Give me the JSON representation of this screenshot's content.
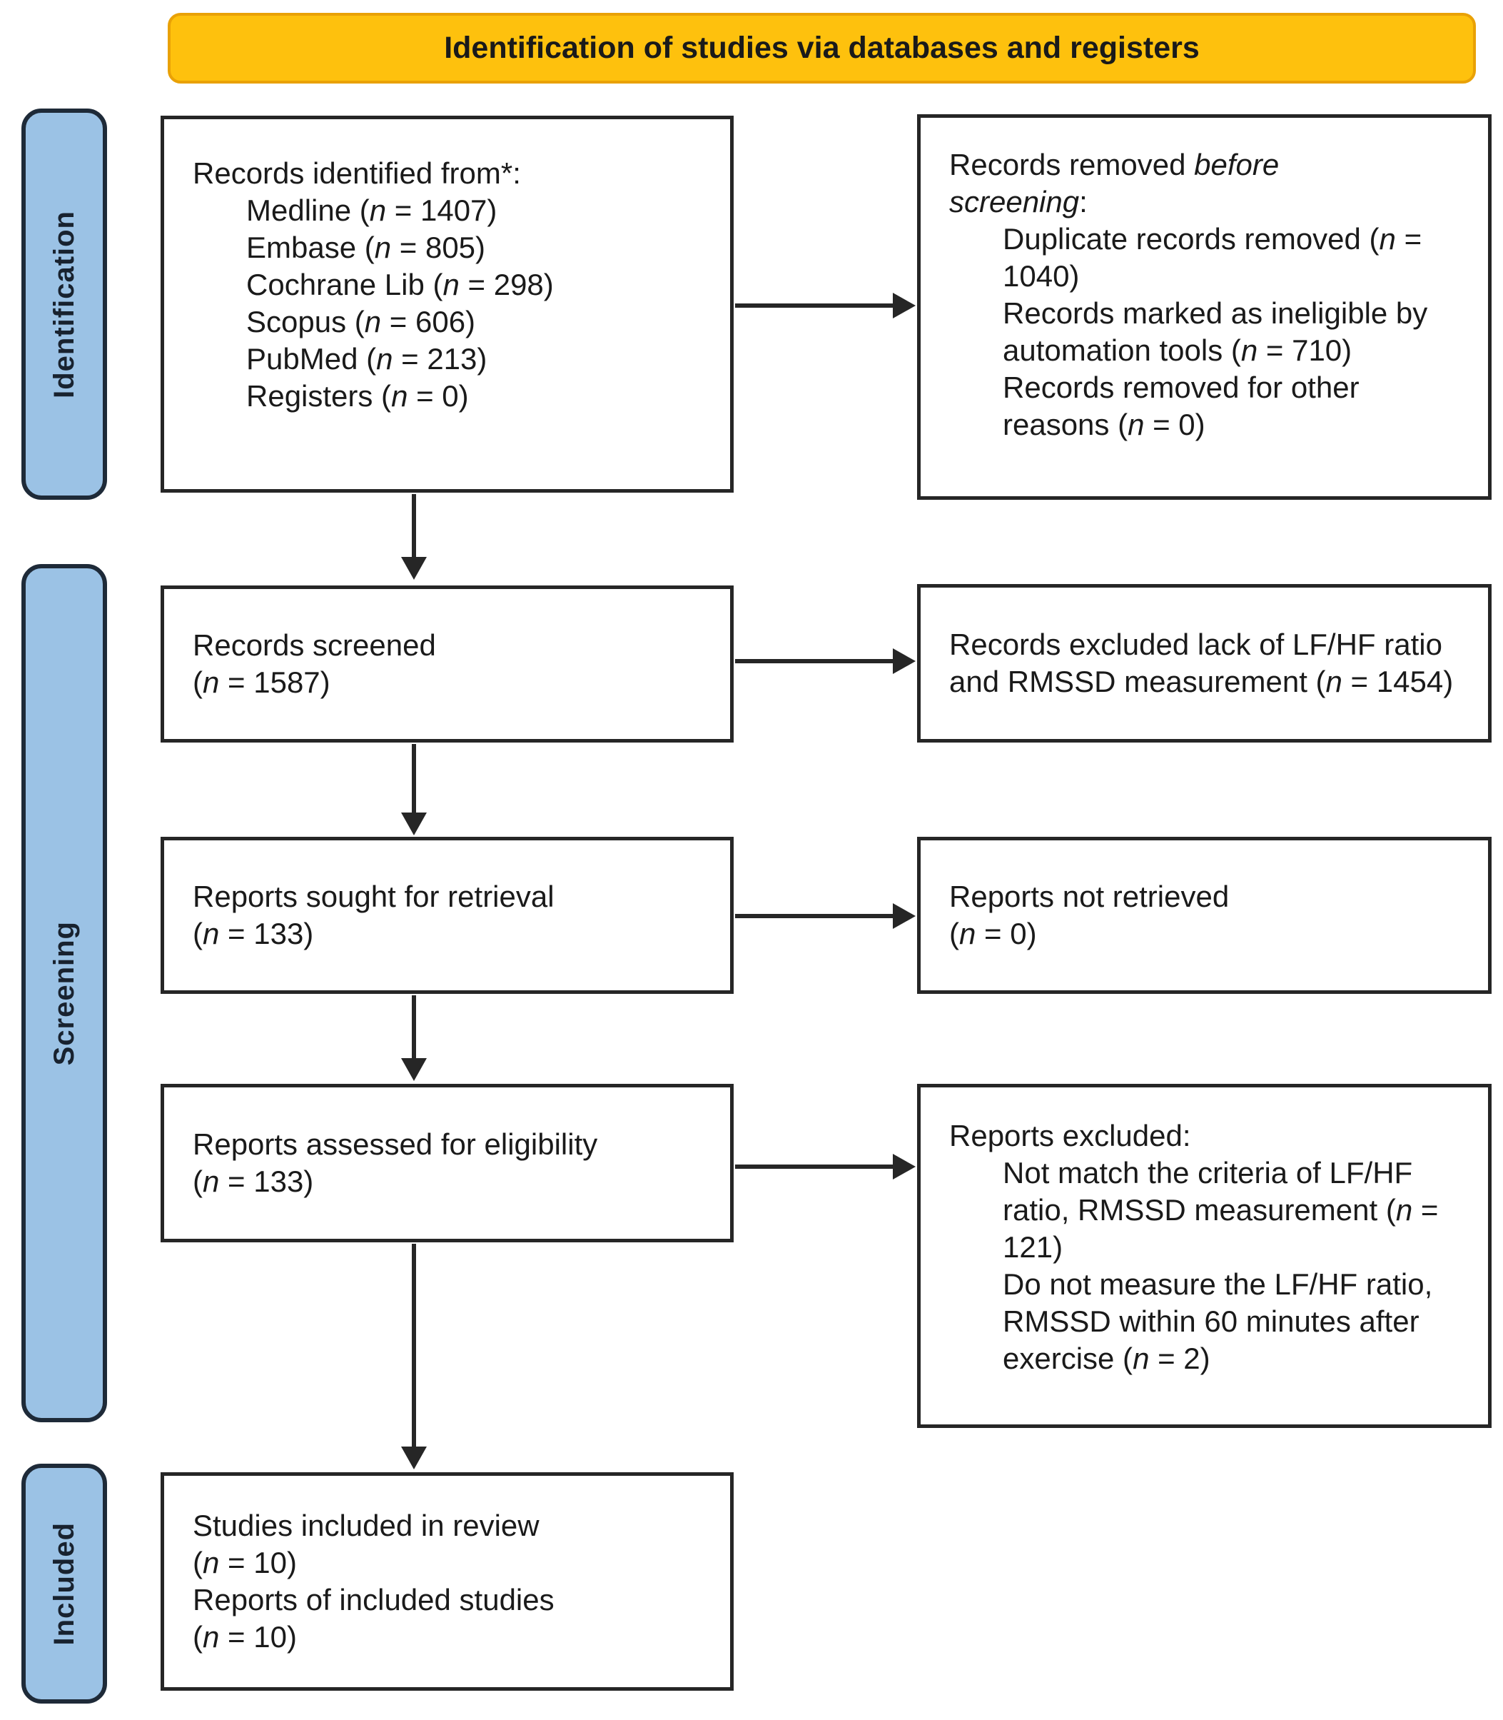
{
  "colors": {
    "banner_bg": "#FEC10D",
    "banner_border": "#E9A106",
    "stage_bg": "#9BC2E5",
    "stage_border": "#1E2A38",
    "stage_text": "#18222F",
    "box_border": "#262626",
    "arrow": "#262626",
    "text": "#1A1A1A"
  },
  "banner": {
    "label": "Identification of studies via databases and registers"
  },
  "stages": [
    {
      "label": "Identification"
    },
    {
      "label": "Screening"
    },
    {
      "label": "Included"
    }
  ],
  "boxes": {
    "records_identified": {
      "title": "Records identified from*:",
      "items": [
        "Medline (n = 1407)",
        "Embase (n = 805)",
        "Cochrane Lib (n = 298)",
        "Scopus (n = 606)",
        "PubMed (n = 213)",
        "Registers (n = 0)"
      ]
    },
    "records_removed": {
      "title_prefix": "Records removed ",
      "title_italic": "before screening",
      "title_suffix": ":",
      "items": [
        "Duplicate records removed (n = 1040)",
        "Records marked as ineligible by automation tools (n = 710)",
        "Records removed for other reasons (n = 0)"
      ]
    },
    "records_screened": {
      "lines": [
        "Records screened",
        "(n = 1587)"
      ]
    },
    "records_excluded": {
      "text": "Records excluded lack of LF/HF ratio and RMSSD measurement (n = 1454)"
    },
    "reports_sought": {
      "lines": [
        "Reports sought for retrieval",
        "(n = 133)"
      ]
    },
    "reports_not_retrieved": {
      "lines": [
        "Reports not retrieved",
        "(n = 0)"
      ]
    },
    "reports_assessed": {
      "lines": [
        "Reports assessed for eligibility",
        "(n = 133)"
      ]
    },
    "reports_excluded": {
      "title": "Reports excluded:",
      "items": [
        "Not match the criteria of LF/HF ratio, RMSSD measurement (n = 121)",
        "Do not measure the LF/HF ratio, RMSSD within 60 minutes after exercise (n = 2)"
      ]
    },
    "studies_included": {
      "lines": [
        "Studies included in review",
        "(n = 10)",
        "Reports of included studies",
        "(n = 10)"
      ]
    }
  }
}
